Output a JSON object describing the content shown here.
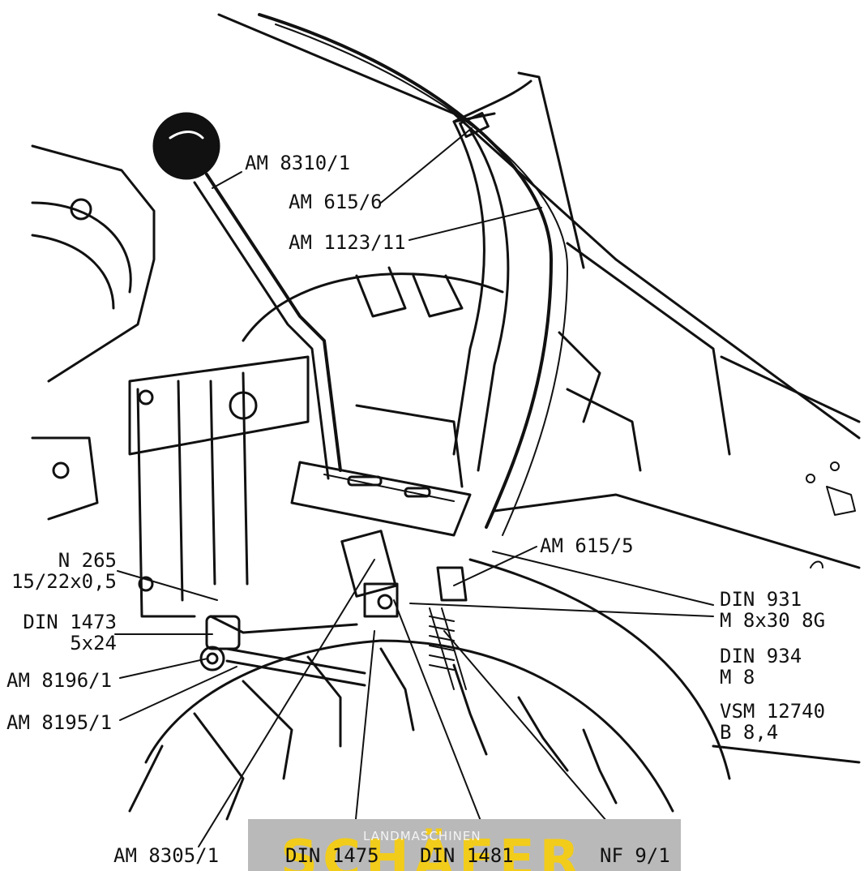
{
  "labels": {
    "am_8310_1": "AM 8310/1",
    "am_615_6": "AM 615/6",
    "am_1123_11": "AM 1123/11",
    "am_615_5": "AM 615/5",
    "n_265": "N 265",
    "n_265_size": "15/22x0,5",
    "din_1473": "DIN 1473",
    "din_1473_size": "5x24",
    "am_8196_1": "AM 8196/1",
    "am_8195_1": "AM 8195/1",
    "din_931": "DIN 931",
    "din_931_size": "M 8x30 8G",
    "din_934": "DIN 934",
    "din_934_size": "M 8",
    "vsm_12740": "VSM 12740",
    "vsm_12740_size": "B 8,4",
    "am_8305_1": "AM 8305/1",
    "din_1475": "DIN 1475",
    "din_1481": "DIN 1481",
    "nf_9_1": "NF 9/1"
  },
  "watermark": {
    "small": "LANDMASCHINEN"
  }
}
